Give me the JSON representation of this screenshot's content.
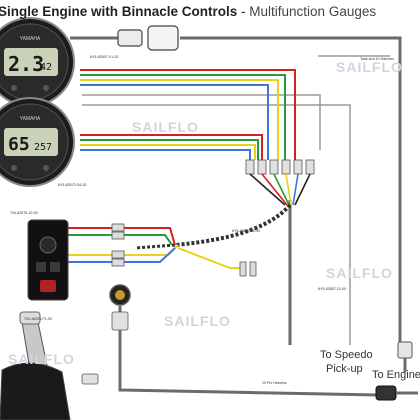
{
  "title": {
    "bold": "Single Engine with Binnacle Controls",
    "separator": " - ",
    "subtitle": "Multifunction Gauges"
  },
  "gauge_top": {
    "brand": "YAMAHA",
    "display_main": "2.3",
    "display_sub": "42",
    "bezel_color": "#1c1c1c"
  },
  "gauge_bottom": {
    "brand": "YAMAHA",
    "display_main": "65",
    "display_sub": "257",
    "bezel_color": "#1c1c1c"
  },
  "part_numbers": {
    "top_link": "6Y5-83597-V1-00",
    "gauge_bottom": "6Y5-83570-S4-00",
    "switch_panel": "704-82570-10-00",
    "hub": "6Y5-83553-00-00",
    "control": "703-48205-P1-00",
    "engine_cable": "6Y5-83557-10-00"
  },
  "harness_labels": {
    "tank_sender": "Tank and 10 Harness",
    "ten_pin": "10 Pin Harness"
  },
  "destinations": {
    "speedo_line1": "To Speedo",
    "speedo_line2": "Pick-up",
    "engine": "To Engine"
  },
  "watermark": "SAILFLO",
  "colors": {
    "gray_cable": "#6b6b6b",
    "red_wire": "#d81e1e",
    "green_wire": "#2b9a3a",
    "yellow_wire": "#e8d21a",
    "blue_wire": "#3d78d8",
    "white_wire": "#e8e8e8"
  }
}
